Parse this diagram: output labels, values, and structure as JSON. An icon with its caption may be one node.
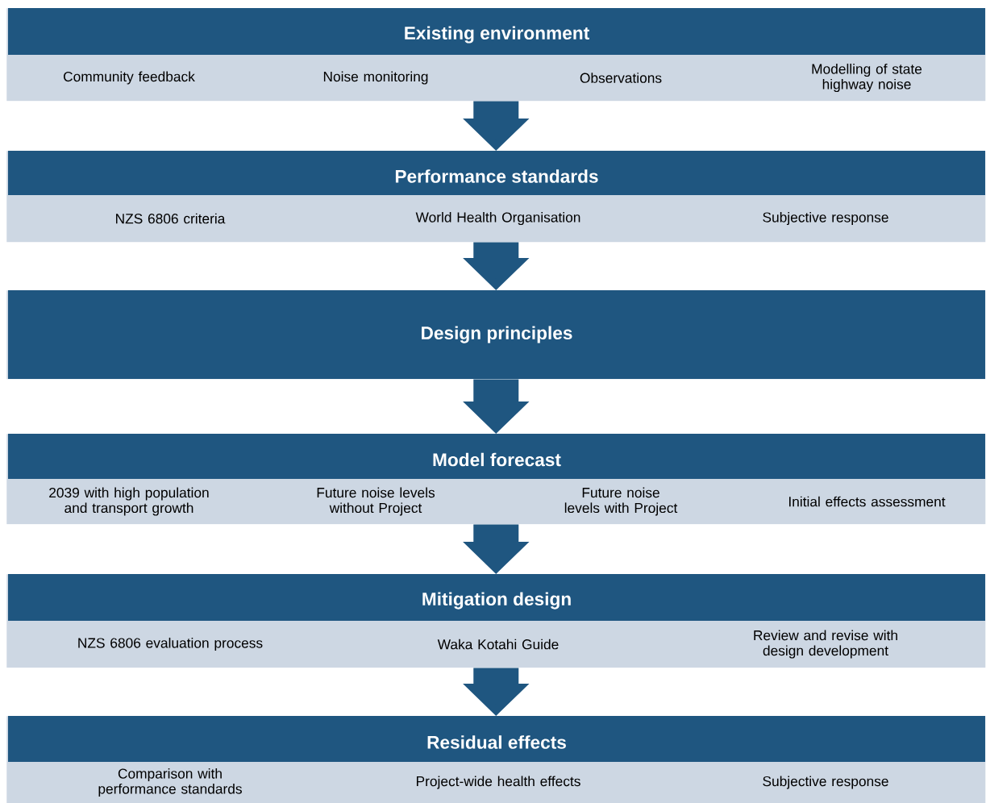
{
  "diagram": {
    "nodes": [
      {
        "text": [
          "Existing environment"
        ]
      },
      {
        "text": [
          "Community feedback"
        ],
        "in": 0
      },
      {
        "text": [
          "Noise monitoring"
        ],
        "in": 0
      },
      {
        "text": [
          "Observations"
        ],
        "in": 0
      },
      {
        "text": [
          "Modelling of state highway noise"
        ],
        "in": 0
      },
      {
        "text": [
          "Performance standards"
        ]
      },
      {
        "text": [
          "NZS 6806 criteria"
        ],
        "in": 5
      },
      {
        "text": [
          "World Health Organisation"
        ],
        "in": 5
      },
      {
        "text": [
          "Subjective response"
        ],
        "in": 5
      },
      {
        "text": [
          "Design principles"
        ]
      },
      {
        "text": [
          "Model forecast"
        ]
      },
      {
        "text": [
          "2039 with high population and transport growth"
        ],
        "in": 10
      },
      {
        "text": [
          "Future noise levels without Project"
        ],
        "in": 10
      },
      {
        "text": [
          "Future noise levels with Project"
        ],
        "in": 10
      },
      {
        "text": [
          "Initial effects assessment"
        ],
        "in": 10
      },
      {
        "text": [
          "Mitigation design"
        ]
      },
      {
        "text": [
          "NZS 6806 evaluation process"
        ],
        "in": 15
      },
      {
        "text": [
          "Waka Kotahi Guide"
        ],
        "in": 15
      },
      {
        "text": [
          "Review and revise with design development"
        ],
        "in": 15
      },
      {
        "text": [
          "Residual effects"
        ]
      },
      {
        "text": [
          "Comparison with performance standards"
        ],
        "in": 19
      },
      {
        "text": [
          "Project-wide health effects"
        ],
        "in": 19
      },
      {
        "text": [
          "Subjective response"
        ],
        "in": 19
      }
    ],
    "edges": [
      {
        "from": 0,
        "to": 5,
        "arrow": "to"
      },
      {
        "from": 5,
        "to": 9,
        "arrow": "to"
      },
      {
        "from": 9,
        "to": 10,
        "arrow": "to"
      },
      {
        "from": 10,
        "to": 15,
        "arrow": "to"
      },
      {
        "from": 15,
        "to": 19,
        "arrow": "to"
      }
    ]
  }
}
